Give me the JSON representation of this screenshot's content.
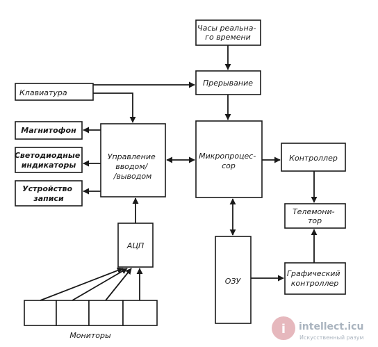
{
  "blocks": {
    "rtc": [
      "Часы реальна-",
      "го времени"
    ],
    "interrupt": "Прерывание",
    "keyboard": "Клавиатура",
    "tape": "Магнитофон",
    "led": [
      "Светодиодные",
      "индикаторы"
    ],
    "recorder": [
      "Устройство",
      "записи"
    ],
    "io": [
      "Управление",
      "вводом/",
      "/выводом"
    ],
    "cpu": [
      "Микропроцес-",
      "сор"
    ],
    "controller": "Контроллер",
    "monitor": [
      "Телемони-",
      "тор"
    ],
    "adc": "АЦП",
    "ram": "ОЗУ",
    "gfx": [
      "Графический",
      "контроллер"
    ],
    "monitors_caption": "Мониторы"
  },
  "watermark": {
    "logo_letter": "i",
    "site": "intellect.icu",
    "tagline": "Искусственный разум"
  },
  "colors": {
    "ink": "#1a1a1a",
    "watermark_circle": "#e6b8bd",
    "watermark_text": "#aab4bf"
  }
}
